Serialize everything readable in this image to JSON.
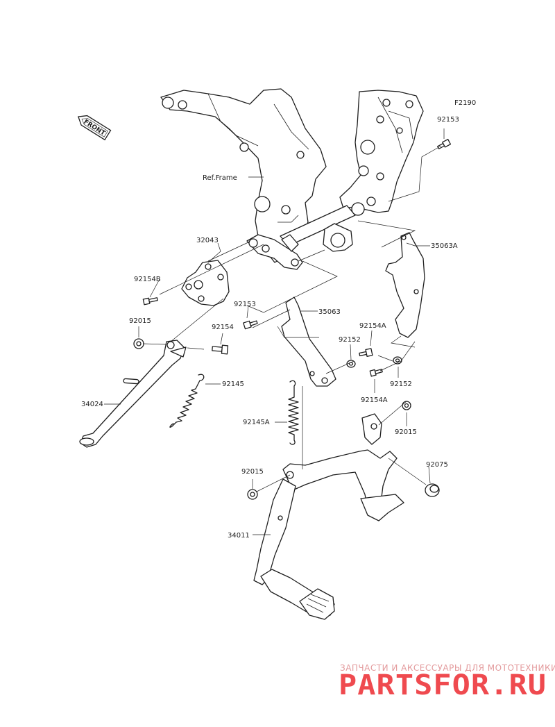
{
  "diagram": {
    "code": "F2190",
    "front_label": "FRONT",
    "frame_label": "Ref.Frame",
    "parts": {
      "p92153_top": "92153",
      "p32043": "32043",
      "p35063A": "35063A",
      "p92154B": "92154B",
      "p92153_mid": "92153",
      "p35063": "35063",
      "p92015_left": "92015",
      "p92154": "92154",
      "p92154A_top": "92154A",
      "p92152_top": "92152",
      "p92152_bottom": "92152",
      "p92154A_bottom": "92154A",
      "p92145": "92145",
      "p34024": "34024",
      "p92145A": "92145A",
      "p92015_right": "92015",
      "p92075": "92075",
      "p92015_bottom": "92015",
      "p34011": "34011"
    }
  },
  "watermark": {
    "tagline": "ЗАПЧАСТИ И АКСЕССУАРЫ ДЛЯ МОТОТЕХНИКИ",
    "brand": "PARTSFOR.RU"
  }
}
